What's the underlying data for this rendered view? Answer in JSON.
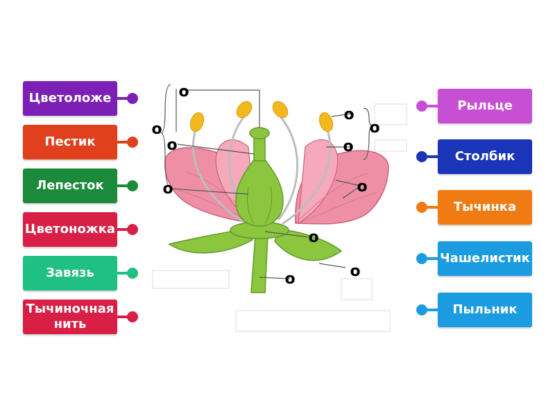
{
  "left_labels": [
    {
      "text": "Цветоложе",
      "color": "#7b1fb5"
    },
    {
      "text": "Пестик",
      "color": "#e0401c"
    },
    {
      "text": "Лепесток",
      "color": "#1b8a3a"
    },
    {
      "text": "Цветоножка",
      "color": "#d81f45"
    },
    {
      "text": "Завязь",
      "color": "#1fc081"
    },
    {
      "text": "Тычиночная нить",
      "color": "#d81f45"
    }
  ],
  "right_labels": [
    {
      "text": "Рыльце",
      "color": "#c74fd3"
    },
    {
      "text": "Столбик",
      "color": "#1b35b8"
    },
    {
      "text": "Тычинка",
      "color": "#f07b12"
    },
    {
      "text": "Чашелистик",
      "color": "#1b9ce0"
    },
    {
      "text": "Пыльник",
      "color": "#1b9ce0"
    }
  ],
  "marker_glyph": "o",
  "colors": {
    "petal": "#ee8fa5",
    "petal_stroke": "#c9647c",
    "green": "#8cc63f",
    "green_dark": "#5f9a2a",
    "anther": "#f2b91e",
    "filament": "#c8c8c8"
  }
}
